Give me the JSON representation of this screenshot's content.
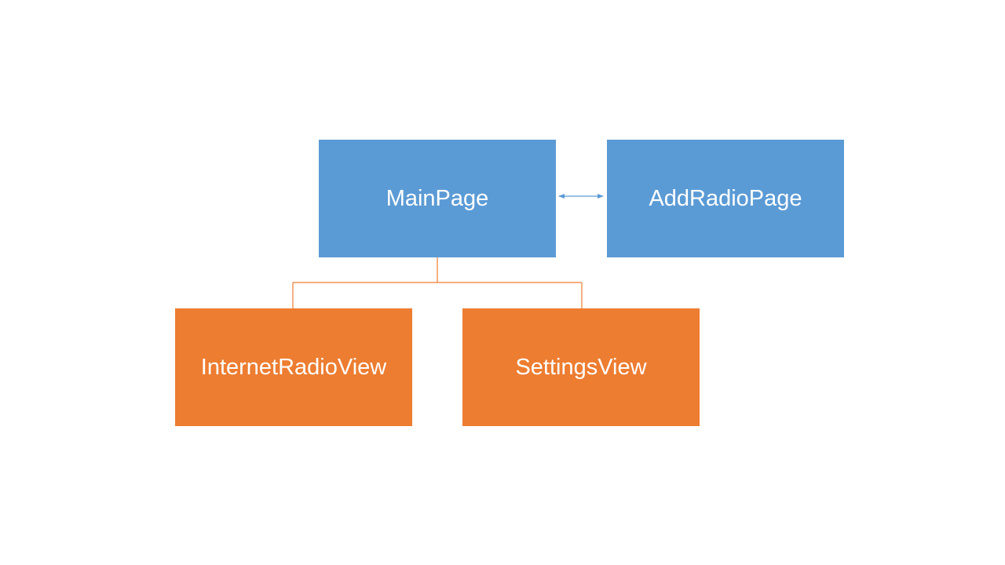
{
  "nodes": {
    "main_page": {
      "label": "MainPage"
    },
    "add_radio_page": {
      "label": "AddRadioPage"
    },
    "internet_radio_view": {
      "label": "InternetRadioView"
    },
    "settings_view": {
      "label": "SettingsView"
    }
  },
  "edges": [
    {
      "from": "MainPage",
      "to": "AddRadioPage",
      "type": "bidirectional-arrow"
    },
    {
      "from": "MainPage",
      "to": "InternetRadioView",
      "type": "hierarchy"
    },
    {
      "from": "MainPage",
      "to": "SettingsView",
      "type": "hierarchy"
    }
  ],
  "colors": {
    "page_fill": "#5b9bd5",
    "view_fill": "#ed7d31",
    "text": "#ffffff",
    "arrow": "#5b9bd5",
    "tree_line": "#ed7d31"
  }
}
